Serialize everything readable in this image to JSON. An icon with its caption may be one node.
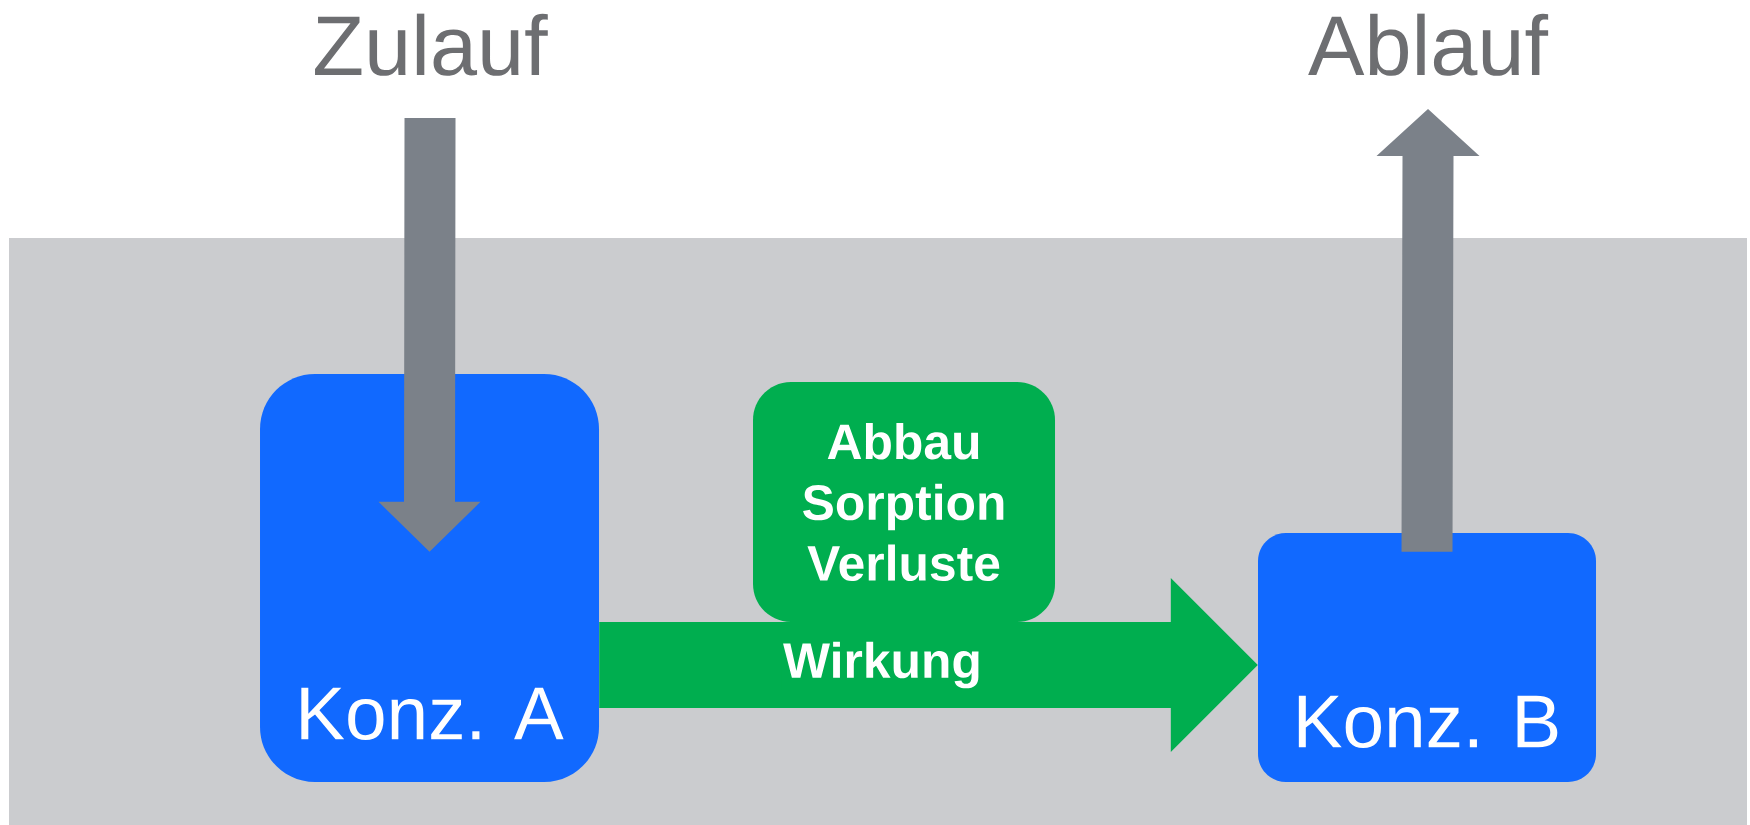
{
  "diagram": {
    "nodes": [
      {
        "text": [
          "Zulauf"
        ]
      },
      {
        "text": [
          "Konz. A"
        ]
      },
      {
        "text": [
          "Abbau Sorption Verluste"
        ]
      },
      {
        "text": [
          "Konz. B"
        ]
      },
      {
        "text": [
          "Ablauf"
        ]
      }
    ],
    "edges": [
      {
        "from": 0,
        "to": 1,
        "arrow": "to"
      },
      {
        "from": 1,
        "to": 3,
        "arrow": "to",
        "color": "#00ae4f",
        "label": "Wirkung"
      },
      {
        "from": 3,
        "to": 4,
        "arrow": "to"
      }
    ]
  }
}
